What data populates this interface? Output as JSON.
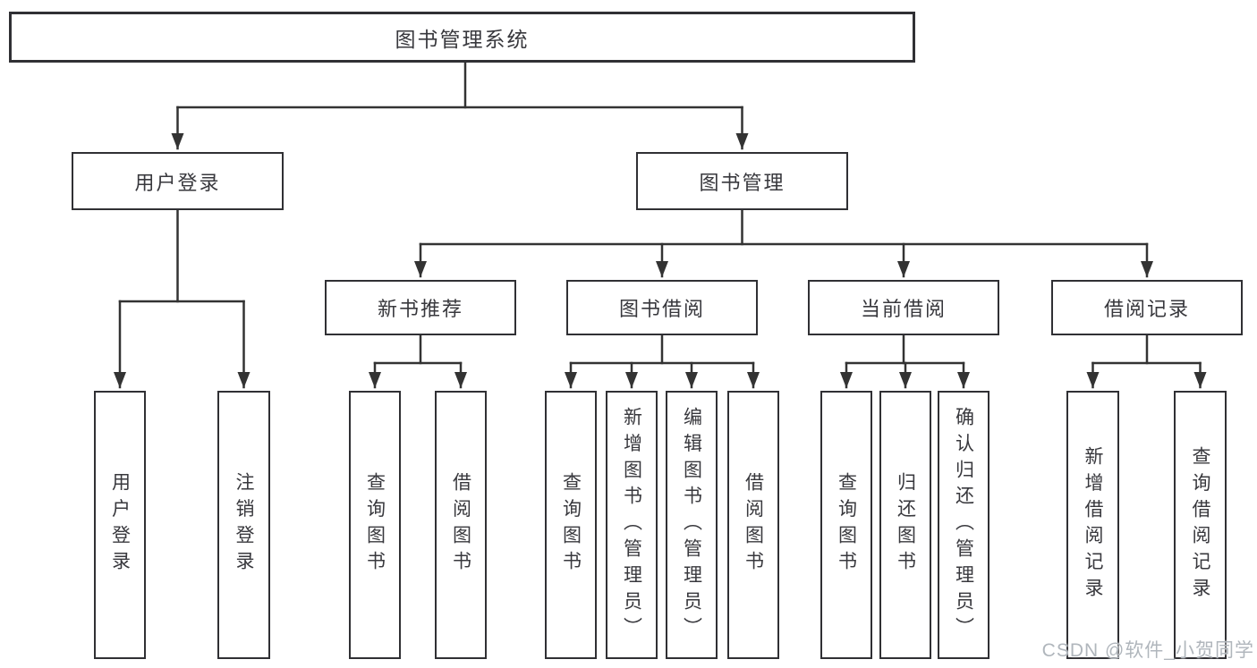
{
  "tree": {
    "label": "图书管理系统",
    "children": [
      {
        "label": "用户登录",
        "children": [
          {
            "label": "用户登录"
          },
          {
            "label": "注销登录"
          }
        ]
      },
      {
        "label": "图书管理",
        "children": [
          {
            "label": "新书推荐",
            "children": [
              {
                "label": "查询图书"
              },
              {
                "label": "借阅图书"
              }
            ]
          },
          {
            "label": "图书借阅",
            "children": [
              {
                "label": "查询图书"
              },
              {
                "label": "新增图书（管理员）"
              },
              {
                "label": "编辑图书（管理员）"
              },
              {
                "label": "借阅图书"
              }
            ]
          },
          {
            "label": "当前借阅",
            "children": [
              {
                "label": "查询图书"
              },
              {
                "label": "归还图书"
              },
              {
                "label": "确认归还（管理员）"
              }
            ]
          },
          {
            "label": "借阅记录",
            "children": [
              {
                "label": "新增借阅记录"
              },
              {
                "label": "查询借阅记录"
              }
            ]
          }
        ]
      }
    ]
  },
  "watermark": {
    "text": "CSDN @软件_小贺同学"
  },
  "colors": {
    "background": "#ffffff",
    "line": "#333333",
    "box_border": "#303034",
    "text": "#38383d",
    "watermark": "#b0b6bc"
  }
}
